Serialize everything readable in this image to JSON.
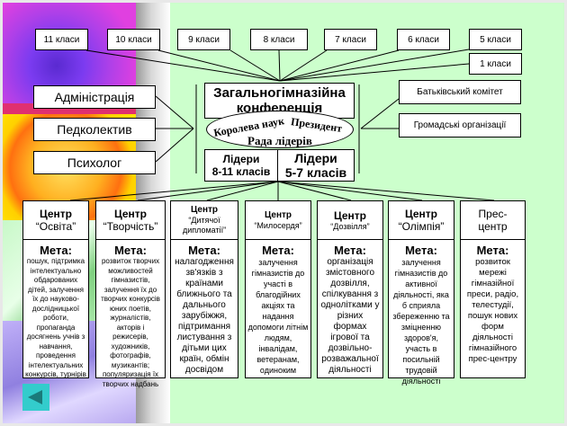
{
  "classes": [
    {
      "label": "11 класи"
    },
    {
      "label": "10 класи"
    },
    {
      "label": "9 класи"
    },
    {
      "label": "8 класи"
    },
    {
      "label": "7 класи"
    },
    {
      "label": "6 класи"
    },
    {
      "label": "5 класи"
    },
    {
      "label": "1 класи"
    }
  ],
  "left_groups": [
    "Адміністрація",
    "Педколектив",
    "Психолог"
  ],
  "right_groups": [
    "Батьківський комітет",
    "Громадські організації"
  ],
  "conference": {
    "line1": "Загальногімназійна",
    "line2": "конференція"
  },
  "ellipse": {
    "left": "Королева наук",
    "right": "Президент",
    "bottom": "Рада лідерів"
  },
  "leaders": [
    {
      "line1": "Лідери",
      "line2": "8-11 класів"
    },
    {
      "line1": "Лідери",
      "line2": "5-7 класів"
    }
  ],
  "goal_label": "Мета:",
  "centers": [
    {
      "title": "Центр",
      "name": "“Освіта”",
      "goal": "пошук, підтримка інтелектуально обдарованих дітей, залучення їх до науково-дослідницької роботи, пропаганда досягнень учнів з навчання, проведення інтелектуальних конкурсів, турнірів"
    },
    {
      "title": "Центр",
      "name": "“Творчість”",
      "goal": "розвиток творчих можливостей гімназистів, залучення їх до творчих конкурсів юних поетів, журналістів, акторів і режисерів, художників, фотографів, музикантів; популяризація їх творчих надбань"
    },
    {
      "title": "Центр",
      "name": "“Дитячої дипломатії”",
      "goal": "налагодження зв'язків з країнами ближнього та дальнього зарубіжжя, підтримання листування з дітьми цих країн, обмін досвідом"
    },
    {
      "title": "Центр",
      "name": "“Милосердя”",
      "goal": "залучення гімназистів до участі в благодійних акціях та надання допомоги літнім людям, інвалідам, ветеранам, одиноким"
    },
    {
      "title": "Центр",
      "name": "“Дозвілля”",
      "goal": "організація змістовного дозвілля, спілкування з однолітками у різних формах ігрової та дозвільно-розважальної діяльності"
    },
    {
      "title": "Центр",
      "name": "“Олімпія”",
      "goal": "залучення гімназистів до активної діяльності, яка б сприяла збереженню та зміцненню здоров'я, участь в посильній трудовій діяльності"
    },
    {
      "title": "Прес-",
      "name": "центр",
      "goal": "розвиток мережі гімназійної преси, радіо, телестудії, пошук нових форм діяльності гімназійного прес-центру"
    }
  ],
  "nav": {
    "back_icon": "triangle-left-icon"
  },
  "colors": {
    "background": "#ccffcc",
    "nav_button": "#33cccc",
    "strip_magenta": "#d040e0",
    "strip_yellow": "#ffcc00",
    "strip_violet": "#b8a0f0"
  }
}
